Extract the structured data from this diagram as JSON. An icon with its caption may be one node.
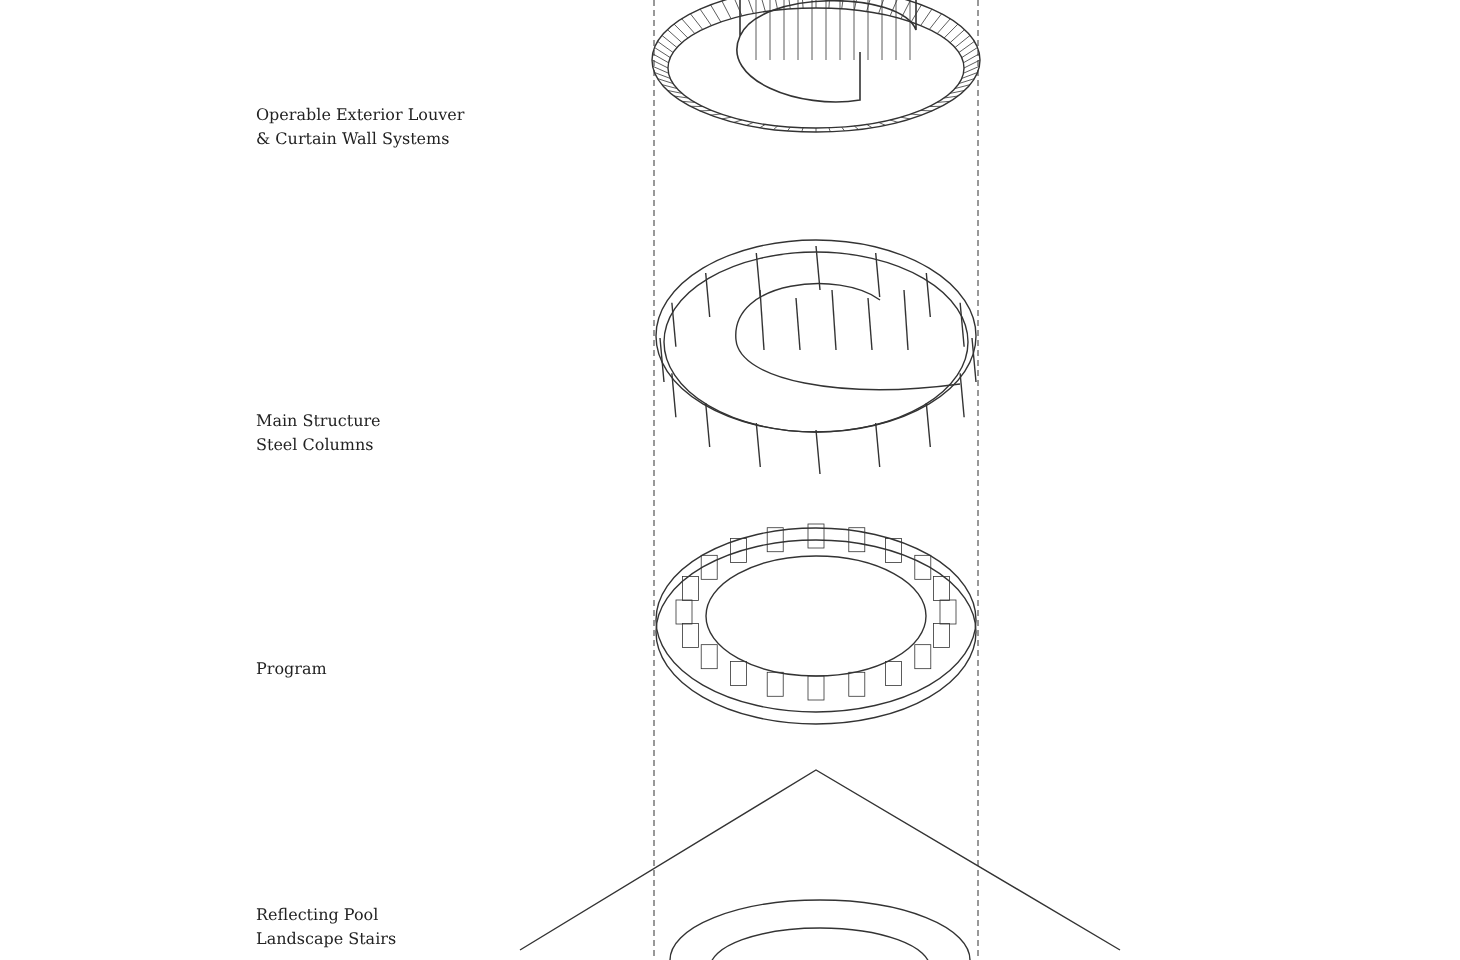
{
  "diagram": {
    "labels": [
      "Operable Exterior Louver & Curtain Wall Systems",
      "Main Structure Steel Columns",
      "Program",
      "Reflecting Pool Landscape Stairs"
    ]
  }
}
